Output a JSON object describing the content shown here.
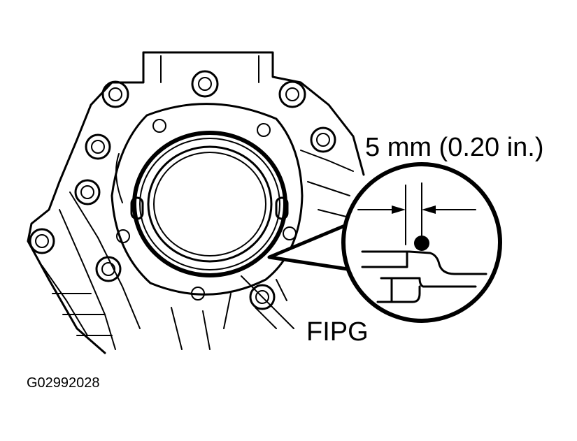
{
  "labels": {
    "dimension": "5 mm (0.20 in.)",
    "sealant": "FIPG",
    "figure_code": "G02992028"
  }
}
